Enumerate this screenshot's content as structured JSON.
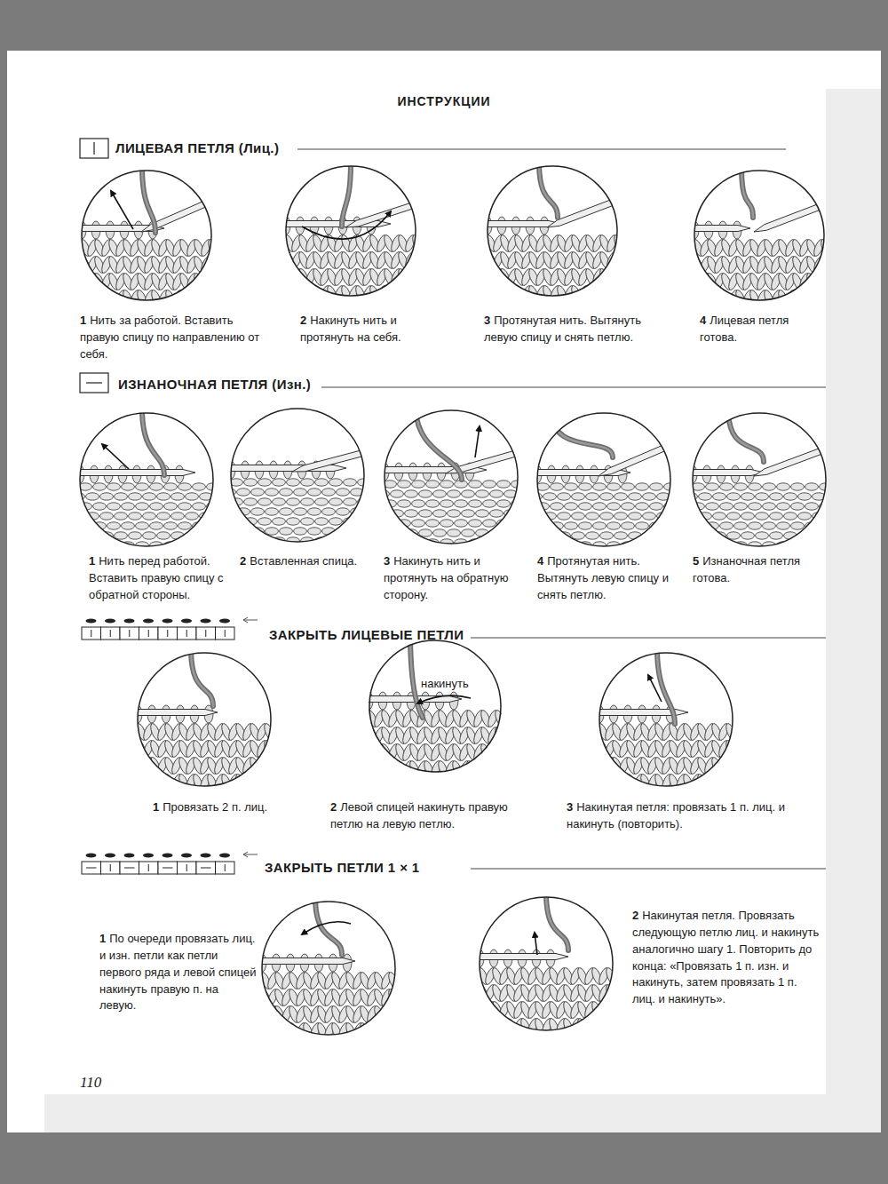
{
  "diagram": {
    "title": "ИНСТРУКЦИИ",
    "nodes": [
      {
        "text": [
          "накинуть"
        ]
      }
    ],
    "labels": [
      "ЛИЦЕВАЯ ПЕТЛЯ (Лиц.)",
      "1",
      "Нить за работой. Вставить правую спицу по направлению от себя.",
      "2",
      "Накинуть нить и протянуть на себя.",
      "3",
      "Протянутая нить. Вытянуть левую спицу и снять петлю.",
      "4",
      "Лицевая петля готова.",
      "ИЗНАНОЧНАЯ ПЕТЛЯ (Изн.)",
      "1",
      "Нить перед работой. Вставить правую спицу с обратной стороны.",
      "2",
      "Вставленная спица.",
      "3",
      "Накинуть нить и протянуть на обратную сторону.",
      "4",
      "Протянутая нить. Вытянуть левую спицу и снять петлю.",
      "5",
      "Изнаночная петля готова.",
      "ЗАКРЫТЬ ЛИЦЕВЫЕ ПЕТЛИ",
      "1",
      "Провязать 2 п. лиц.",
      "2",
      "Левой спицей накинуть правую петлю на левую петлю.",
      "3",
      "Накинутая петля: провязать 1 п. лиц. и накинуть (повторить).",
      "ЗАКРЫТЬ ПЕТЛИ 1 × 1",
      "1",
      "По очереди провязать лиц. и изн. петли как петли первого ряда и левой спицей накинуть правую п. на левую.",
      "2",
      "Накинутая петля. Провязать следующую петлю лиц. и накинуть аналогично шагу 1. Повторить до конца: «Провязать 1 п. изн. и накинуть, затем провязать 1 п. лиц. и накинуть».",
      "110"
    ]
  }
}
